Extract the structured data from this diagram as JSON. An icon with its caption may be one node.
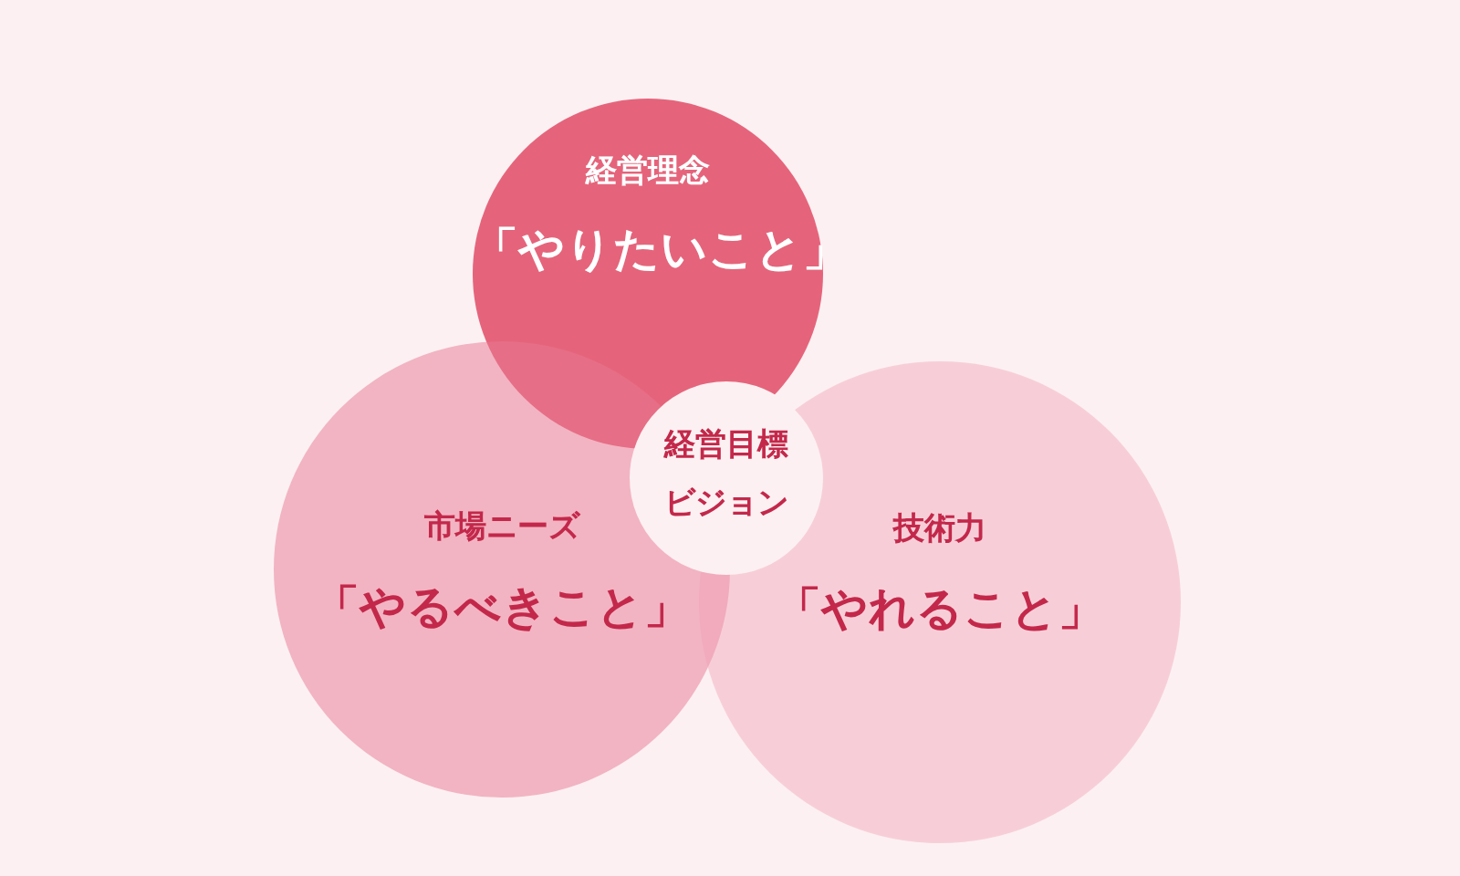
{
  "diagram": {
    "nodes": [
      {
        "text": [
          "経営理念",
          "「やりたいこと」"
        ]
      },
      {
        "text": [
          "市場ニーズ",
          "「やるべきこと」"
        ]
      },
      {
        "text": [
          "技術力",
          "「やれること」"
        ]
      },
      {
        "text": [
          "経営目標",
          "ビジョン"
        ]
      }
    ],
    "edges": []
  }
}
